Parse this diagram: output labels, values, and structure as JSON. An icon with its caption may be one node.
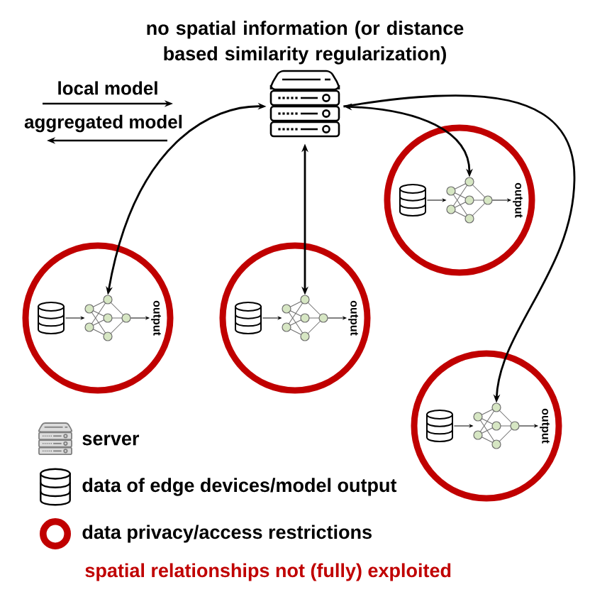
{
  "diagram": {
    "title": "no spatial information (or distance based similarity regularization)",
    "caption": "spatial relationships not (fully) exploited",
    "nodes": [
      {
        "text": [],
        "shape": "picture"
      },
      {
        "text": [],
        "shape": "circle"
      },
      {
        "text": [],
        "shape": "cylinder",
        "in": 1
      },
      {
        "text": [],
        "shape": "picture",
        "in": 1
      },
      {
        "text": [
          "output"
        ],
        "in": 1
      },
      {
        "text": [],
        "shape": "circle"
      },
      {
        "text": [],
        "shape": "cylinder",
        "in": 5
      },
      {
        "text": [],
        "shape": "picture",
        "in": 5
      },
      {
        "text": [
          "output"
        ],
        "in": 5
      },
      {
        "text": [],
        "shape": "circle"
      },
      {
        "text": [],
        "shape": "cylinder",
        "in": 9
      },
      {
        "text": [],
        "shape": "picture",
        "in": 9
      },
      {
        "text": [
          "output"
        ],
        "in": 9
      },
      {
        "text": [],
        "shape": "circle"
      },
      {
        "text": [],
        "shape": "cylinder",
        "in": 13
      },
      {
        "text": [],
        "shape": "picture",
        "in": 13
      },
      {
        "text": [
          "output"
        ],
        "in": 13
      }
    ],
    "edges": [
      {
        "from": 0,
        "to": 3,
        "arrow": "both"
      },
      {
        "from": 2,
        "to": 3,
        "arrow": "to"
      },
      {
        "from": 3,
        "to": 4,
        "arrow": "to"
      },
      {
        "from": 0,
        "to": 7,
        "arrow": "both"
      },
      {
        "from": 6,
        "to": 7,
        "arrow": "to"
      },
      {
        "from": 7,
        "to": 8,
        "arrow": "to"
      },
      {
        "from": 0,
        "to": 11,
        "arrow": "both"
      },
      {
        "from": 10,
        "to": 11,
        "arrow": "to"
      },
      {
        "from": 11,
        "to": 12,
        "arrow": "to"
      },
      {
        "from": 0,
        "to": 15,
        "arrow": "to"
      },
      {
        "from": 14,
        "to": 15,
        "arrow": "to"
      },
      {
        "from": 15,
        "to": 16,
        "arrow": "to"
      }
    ],
    "legend": [
      {
        "text": "local model"
      },
      {
        "text": "aggregated model"
      },
      {
        "text": "server"
      },
      {
        "text": "data of edge devices/model output"
      },
      {
        "text": "data privacy/access restrictions"
      }
    ]
  }
}
